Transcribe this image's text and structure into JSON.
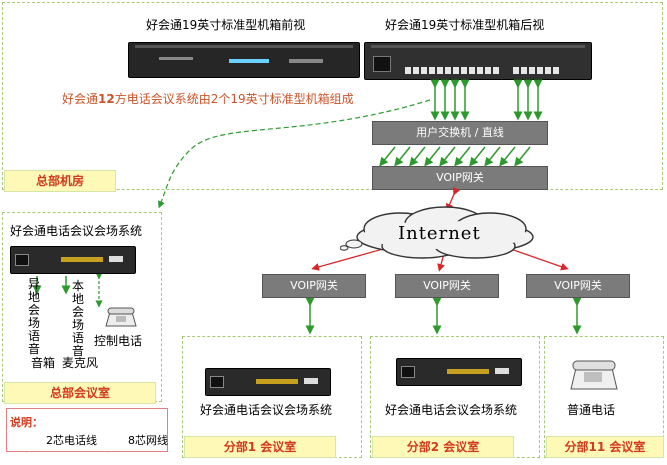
{
  "labels": {
    "front_view": "好会通19英寸标准型机箱前视",
    "rear_view": "好会通19英寸标准型机箱后视",
    "note_prefix": "好会通",
    "note_bold": "12",
    "note_suffix": "方电话会议系统由2个19英寸标准型机箱组成",
    "pbx": "用户交换机 / 直线",
    "voip_hq": "VOIP网关",
    "internet": "Internet",
    "voip_gw1": "VOIP网关",
    "voip_gw2": "VOIP网关",
    "voip_gw3": "VOIP网关",
    "hq_room": "总部机房",
    "hq_meeting_system": "好会通电话会议会场系统",
    "remote_audio": "异地会场语音",
    "local_audio": "本地会场语音",
    "control_phone": "控制电话",
    "speaker": "音箱",
    "microphone": "麦克风",
    "hq_meeting_room": "总部会议室",
    "branch1_system": "好会通电话会议会场系统",
    "branch2_system": "好会通电话会议会场系统",
    "normal_phone": "普通电话",
    "branch1_room": "分部1 会议室",
    "branch2_room": "分部2 会议室",
    "branch11_room": "分部11 会议室",
    "legend_title": "说明：",
    "legend_2wire": "2芯电话线",
    "legend_8wire": "8芯网线"
  },
  "colors": {
    "phone_line": "#2e9a2e",
    "network_line": "#d8262a",
    "zone_label_text": "#d23a1e",
    "note_text": "#c8552a",
    "gateway_fill": "#7b7b7b",
    "dashed_border": "#a8c87a"
  }
}
